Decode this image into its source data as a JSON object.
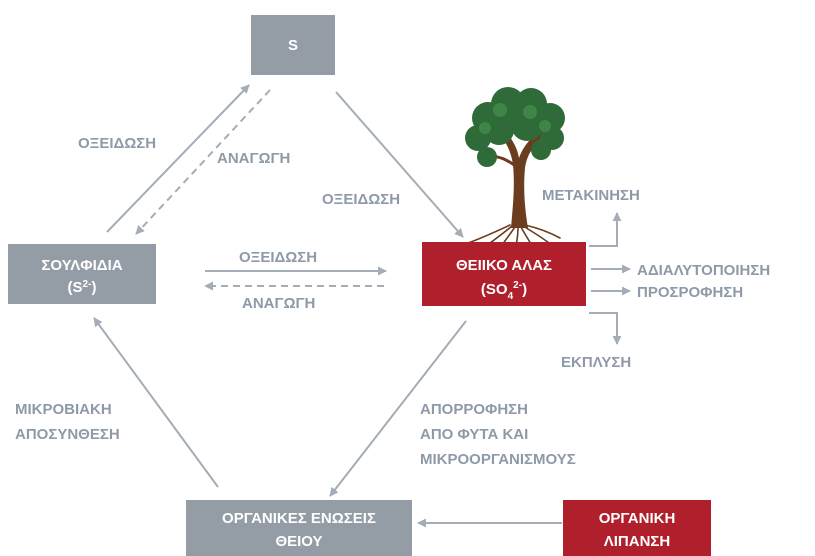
{
  "colors": {
    "gray_box": "#949ca6",
    "red_box": "#b01f2c",
    "label": "#8e9aa8",
    "arrow": "#a4acb5",
    "trunk": "#6b3d1e",
    "foliage": "#2e6b38"
  },
  "nodes": {
    "sulfur": "S",
    "sulfides_line1": "ΣΟΥΛΦΙΔΙΑ",
    "sulfides_line2_base": "(S",
    "sulfides_line2_sup": "2-",
    "sulfides_line2_end": ")",
    "sulfate_line1": "ΘΕΙΙΚΟ ΑΛΑΣ",
    "sulfate_line2_base": "(SO",
    "sulfate_line2_sub": "4",
    "sulfate_line2_sup": "2-",
    "sulfate_line2_end": ")",
    "organic_compounds_line1": "ΟΡΓΑΝΙΚΕΣ ΕΝΩΣΕΙΣ",
    "organic_compounds_line2": "ΘΕΙΟΥ",
    "organic_fertilization_line1": "ΟΡΓΑΝΙΚΗ",
    "organic_fertilization_line2": "ΛΙΠΑΝΣΗ"
  },
  "labels": {
    "oxidation_left": "ΟΞΕΙΔΩΣΗ",
    "reduction_left": "ΑΝΑΓΩΓΗ",
    "oxidation_right": "ΟΞΕΙΔΩΣΗ",
    "oxidation_middle": "ΟΞΕΙΔΩΣΗ",
    "reduction_middle": "ΑΝΑΓΩΓΗ",
    "translocation": "ΜΕΤΑΚΙΝΗΣΗ",
    "insolubilization": "ΑΔΙΑΛΥΤΟΠΟΙΗΣΗ",
    "adsorption": "ΠΡΟΣΡΟΦΗΣΗ",
    "leaching": "ΕΚΠΛΥΣΗ",
    "microbial_line1": "ΜΙΚΡΟΒΙΑΚΗ",
    "microbial_line2": "ΑΠΟΣΥΝΘΕΣΗ",
    "uptake_line1": "ΑΠΟΡΡΟΦΗΣΗ",
    "uptake_line2": "ΑΠΟ ΦΥΤΑ ΚΑΙ",
    "uptake_line3": "ΜΙΚΡΟΟΡΓΑΝΙΣΜΟΥΣ"
  },
  "icons": {
    "tree": "tree-icon"
  }
}
